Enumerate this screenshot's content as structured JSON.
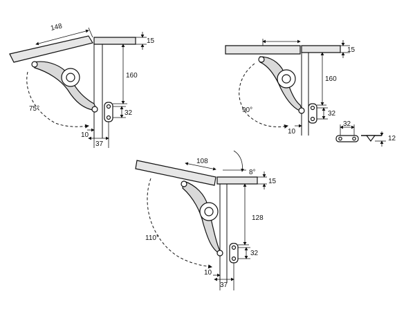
{
  "views": {
    "view_75": {
      "panel_length": "148",
      "panel_thickness": "15",
      "height": "160",
      "bracket_spacing": "32",
      "angle": "75°",
      "offset_small": "10",
      "offset_large": "37"
    },
    "view_90": {
      "panel_thickness": "15",
      "height": "160",
      "bracket_spacing": "32",
      "angle": "90°",
      "offset_small": "10"
    },
    "view_110": {
      "panel_length": "108",
      "panel_thickness": "15",
      "tilt_angle": "8°",
      "height": "128",
      "bracket_spacing": "32",
      "angle": "110°",
      "offset_small": "10",
      "offset_large": "37"
    },
    "mounting_plate": {
      "hole_spacing": "32",
      "height": "12"
    }
  }
}
